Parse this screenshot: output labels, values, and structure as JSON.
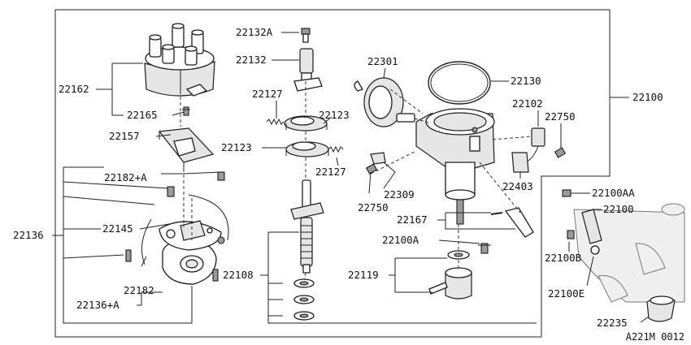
{
  "labels": {
    "p22162": "22162",
    "p22165": "22165",
    "p22157": "22157",
    "p22182a": "22182+A",
    "p22145": "22145",
    "p22136": "22136",
    "p22182": "22182",
    "p22136a": "22136+A",
    "p22132a": "22132A",
    "p22132": "22132",
    "p22127a": "22127",
    "p22123a": "22123",
    "p22123b": "22123",
    "p22127b": "22127",
    "p22750a": "22750",
    "p22309": "22309",
    "p22108": "22108",
    "p22301": "22301",
    "p22130": "22130",
    "p22102": "22102",
    "p22750b": "22750",
    "p22403": "22403",
    "p22100": "22100",
    "p22167": "22167",
    "p22100a": "22100A",
    "p22119": "22119",
    "p22100aa": "22100AA",
    "p22100c": "22100",
    "p22100b": "22100B",
    "p22100e": "22100E",
    "p22235": "22235"
  },
  "reference_code": "A221M 0012"
}
